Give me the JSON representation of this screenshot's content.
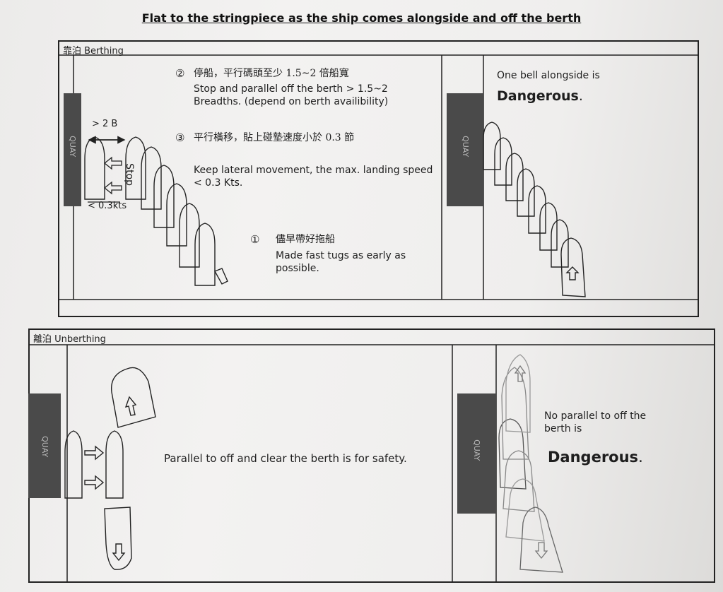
{
  "title": "Flat to the stringpiece as the ship comes alongside and off the berth",
  "berthing": {
    "section_label": "靠泊 Berthing",
    "quay_label": "QUAY",
    "breadth_label": "> 2 B",
    "speed_label": "< 0.3kts",
    "stop_label": "Stop",
    "step2_num": "②",
    "step2_zh": "停船，平行碼頭至少 1.5~2 倍船寬",
    "step2_en": "Stop and parallel off the berth > 1.5~2 Breadths. (depend on berth availibility)",
    "step3_num": "③",
    "step3_zh": "平行橫移，貼上碰墊速度小於 0.3 節",
    "step3_en": "Keep lateral movement, the max. landing speed < 0.3 Kts.",
    "step1_num": "①",
    "step1_zh": "儘早帶好拖船",
    "step1_en": "Made fast tugs as early as possible.",
    "right_text": "One bell alongside is",
    "right_danger": "Dangerous",
    "right_danger_suffix": "."
  },
  "unberthing": {
    "section_label": "離泊 Unberthing",
    "quay_label": "QUAY",
    "left_text": "Parallel to off and clear the berth is for safety.",
    "right_text": "No parallel to off the berth is",
    "right_danger": "Dangerous",
    "right_danger_suffix": "."
  },
  "colors": {
    "quay": "#4a4a4a",
    "line": "#2a2a2a",
    "paper": "#efeeed"
  }
}
